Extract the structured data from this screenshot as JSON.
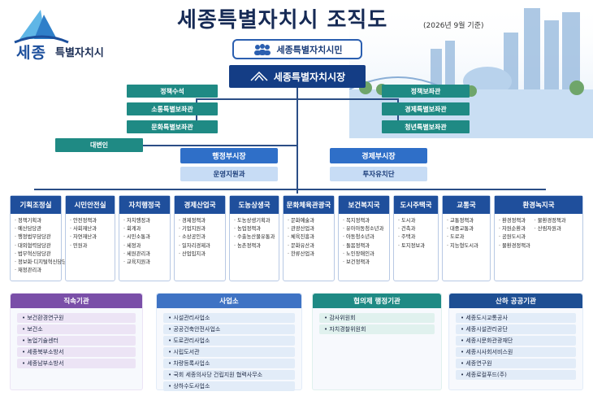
{
  "header": {
    "logo_main": "세종",
    "logo_sub": "특별자치시",
    "title": "세종특별자치시 조직도",
    "date": "(2026년 9월 기준)"
  },
  "top": {
    "citizen": "세종특별자치시민",
    "mayor": "세종특별자치시장"
  },
  "left_advisors": [
    "정책수석",
    "소통특별보좌관",
    "문화특별보좌관"
  ],
  "right_advisors": [
    "정책보좌관",
    "경제특별보좌관",
    "청년특별보좌관"
  ],
  "spokesperson": "대변인",
  "deputies": {
    "admin": {
      "title": "행정부시장",
      "unit": "운영지원과"
    },
    "econ": {
      "title": "경제부시장",
      "unit": "투자유치단"
    }
  },
  "departments": [
    {
      "name": "기획조정실",
      "items": [
        "정책기획과",
        "예산담당관",
        "행정법무담당관",
        "대외협력담당관",
        "법무혁신담당관",
        "정보화·디지털혁신담당관",
        "재정관리과"
      ]
    },
    {
      "name": "시민안전실",
      "items": [
        "안전정책과",
        "사회재난과",
        "자연재난과",
        "민원과"
      ]
    },
    {
      "name": "자치행정국",
      "items": [
        "자치행정과",
        "회계과",
        "시민소통과",
        "세정과",
        "세원관리과",
        "교육지원과"
      ]
    },
    {
      "name": "경제산업국",
      "items": [
        "경제정책과",
        "기업지원과",
        "소상공인과",
        "일자리경제과",
        "산업입지과"
      ]
    },
    {
      "name": "도농상생국",
      "items": [
        "도농상생기획과",
        "농업정책과",
        "수출농산물유통과",
        "농촌정책과"
      ]
    },
    {
      "name": "문화체육관광국",
      "items": [
        "문화예술과",
        "관광산업과",
        "체육진흥과",
        "문화유산과",
        "한류산업과"
      ]
    },
    {
      "name": "보건복지국",
      "items": [
        "복지정책과",
        "유아아동청소년과",
        "아동청소년과",
        "돌봄정책과",
        "노인장애인과",
        "보건정책과"
      ]
    },
    {
      "name": "도시주택국",
      "items": [
        "도시과",
        "건축과",
        "주택과",
        "토지정보과"
      ]
    },
    {
      "name": "교통국",
      "items": [
        "교통정책과",
        "대중교통과",
        "도로과",
        "지능형도시과"
      ]
    },
    {
      "name": "환경녹지국",
      "items": [
        "환경정책과",
        "자원순환과",
        "공원도시과",
        "물환경정책과"
      ],
      "items2": [
        "물환경정책과",
        "산림자원과"
      ]
    }
  ],
  "panels": [
    {
      "name": "직속기관",
      "items": [
        "보건환경연구원",
        "보건소",
        "농업기술센터",
        "세종북부소방서",
        "세종남부소방서"
      ]
    },
    {
      "name": "사업소",
      "items": [
        "시설관리사업소",
        "공공건축안전사업소",
        "도로관리사업소",
        "시립도서관",
        "차량등록사업소",
        "국회 세종의사당 건립지원 협력사무소",
        "상하수도사업소"
      ]
    },
    {
      "name": "협의제 행정기관",
      "items": [
        "감사위원회",
        "자치경찰위원회"
      ]
    },
    {
      "name": "산하 공공기관",
      "items": [
        "세종도시교통공사",
        "세종시설관리공단",
        "세종시문화관광재단",
        "세종시사회서비스원",
        "세종연구원",
        "세종로컬푸드(주)"
      ]
    }
  ],
  "colors": {
    "navy": "#143d85",
    "teal": "#1f8a84",
    "blue": "#2f6fc8",
    "panel1": "#7a4fa8",
    "panel2": "#3f73c4",
    "panel3": "#1f8a84",
    "panel4": "#1e4f93"
  }
}
